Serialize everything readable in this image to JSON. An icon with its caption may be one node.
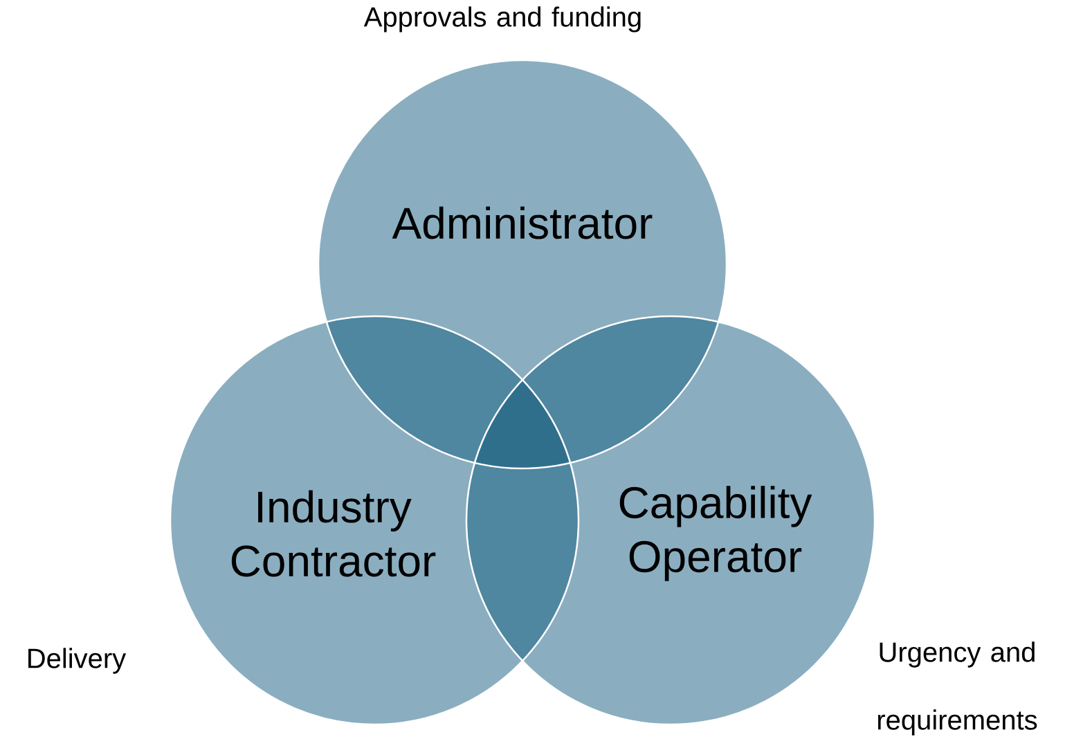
{
  "diagram": {
    "nodes": [
      {
        "text": [
          "Administrator"
        ],
        "beside": [
          "Approvals and funding"
        ]
      },
      {
        "text": [
          "Industry Contractor"
        ],
        "beside": [
          "Delivery"
        ]
      },
      {
        "text": [
          "Capability Operator"
        ],
        "beside": [
          "Urgency and requirements"
        ]
      }
    ]
  }
}
